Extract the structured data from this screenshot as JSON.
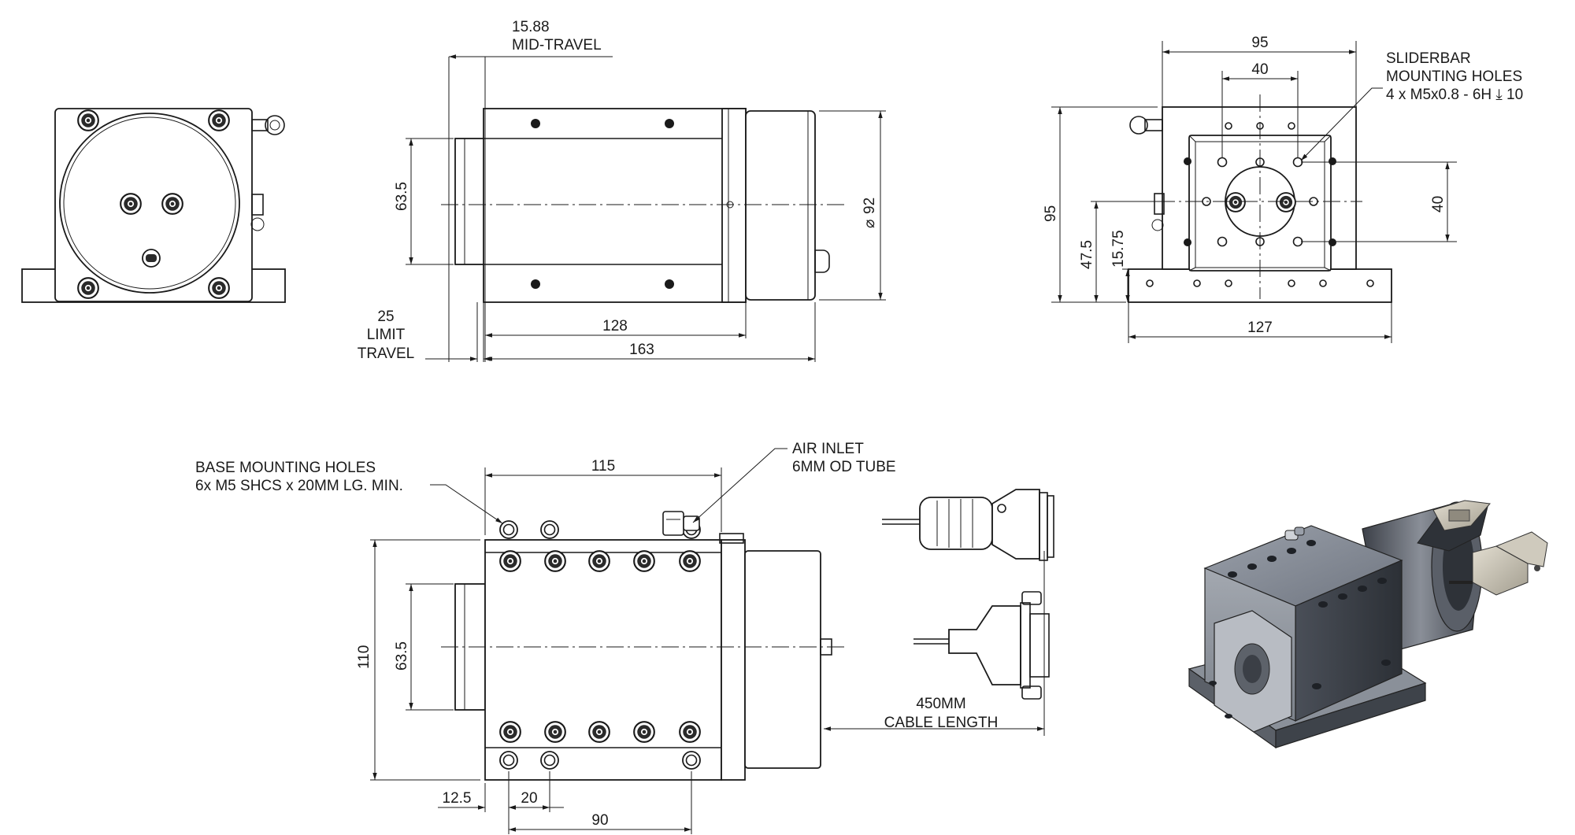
{
  "front_view": {},
  "side_view": {
    "mid_travel_value": "15.88",
    "mid_travel_label": "MID-TRAVEL",
    "height_dim": "63.5",
    "diameter_symbol": "⌀",
    "diameter_value": "92",
    "limit_travel_value": "25",
    "limit_travel_line1": "LIMIT",
    "limit_travel_line2": "TRAVEL",
    "body_length": "128",
    "overall_length": "163"
  },
  "end_view": {
    "width_top": "95",
    "hole_spacing_top": "40",
    "height_left": "95",
    "height_mid": "47.5",
    "height_low": "15.75",
    "hole_spacing_right": "40",
    "base_width": "127",
    "sliderbar_note": {
      "line1": "SLIDERBAR",
      "line2": "MOUNTING HOLES",
      "line3": "4 x M5x0.8 - 6H ⤓ 10"
    }
  },
  "top_view": {
    "base_holes_note": {
      "line1": "BASE MOUNTING HOLES",
      "line2": "6x M5 SHCS x 20MM LG. MIN."
    },
    "air_inlet_note": {
      "line1": "AIR INLET",
      "line2": "6MM OD TUBE"
    },
    "width_dim": "115",
    "overall_height": "110",
    "inner_height": "63.5",
    "offset_dim": "12.5",
    "spacing_dim": "20",
    "hole_span": "90",
    "cable_value": "450MM",
    "cable_label": "CABLE LENGTH"
  },
  "iso_view": {}
}
